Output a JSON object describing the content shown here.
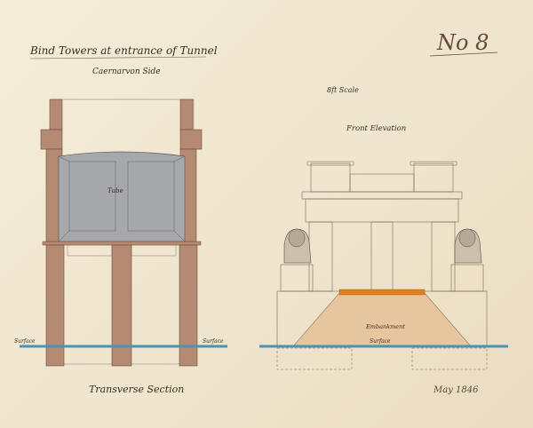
{
  "title": "Bind Towers at entrance of Tunnel",
  "subtitle": "Caernarvon Side",
  "plate_number": "No 8",
  "scale": "8ft Scale",
  "front_elevation_label": "Front Elevation",
  "transverse_section_label": "Transverse Section",
  "signature": "May 1846",
  "tube_label": "Tube",
  "embankment_label": "Embankment",
  "surface_label_left": "Surface",
  "surface_label_right": "Surface",
  "colors": {
    "masonry": "#b48a72",
    "tube": "#a8a9ad",
    "water": "#4a93b6",
    "embankment": "#e3b98c",
    "rail": "#e0801e"
  }
}
